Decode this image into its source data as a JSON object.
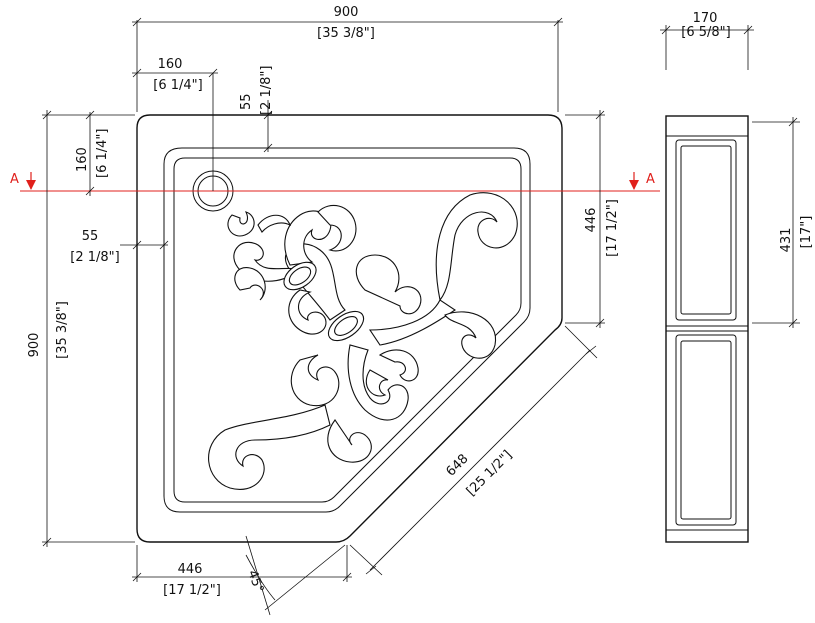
{
  "dimensions": {
    "overall_width": {
      "mm": "900",
      "inch": "[35 3/8\"]"
    },
    "overall_height": {
      "mm": "900",
      "inch": "[35 3/8\"]"
    },
    "drain_offset_x": {
      "mm": "160",
      "inch": "[6 1/4\"]"
    },
    "drain_offset_y": {
      "mm": "160",
      "inch": "[6 1/4\"]"
    },
    "rim_top": {
      "mm": "55",
      "inch": "[2 1/8\"]"
    },
    "rim_left": {
      "mm": "55",
      "inch": "[2 1/8\"]"
    },
    "right_side": {
      "mm": "446",
      "inch": "[17 1/2\"]"
    },
    "bottom_side": {
      "mm": "446",
      "inch": "[17 1/2\"]"
    },
    "diagonal": {
      "mm": "648",
      "inch": "[25 1/2\"]"
    },
    "angle": "45°",
    "depth": {
      "mm": "170",
      "inch": "[6 5/8\"]"
    },
    "side_height": {
      "mm": "431",
      "inch": "[17\"]"
    }
  },
  "section": {
    "left": "A",
    "right": "A",
    "color": "#e0201c"
  }
}
